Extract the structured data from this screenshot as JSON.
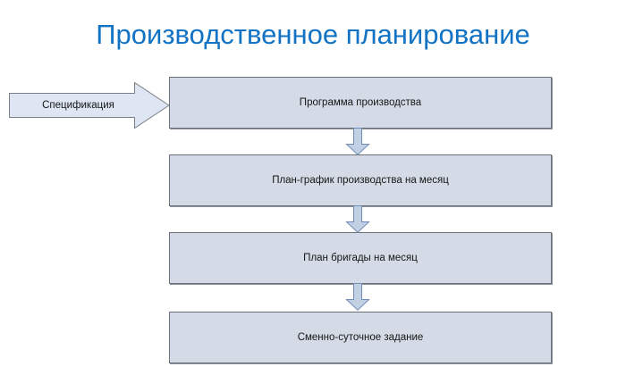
{
  "page": {
    "title": "Производственное планирование",
    "background_color": "#ffffff"
  },
  "colors": {
    "title_blue": "#1273c4",
    "box_fill": "#d4dbe6",
    "box_border": "#6a6f78",
    "arrow_fill": "#c2d0e4",
    "arrow_border": "#6f8cb4",
    "input_arrow_fill": "#dde6f2",
    "input_arrow_border": "#7b7f86",
    "text": "#161616"
  },
  "input_arrow": {
    "label": "Спецификация",
    "direction": "right",
    "icon": "block-arrow-right-icon"
  },
  "flow": {
    "steps": [
      {
        "id": "step-1",
        "label": "Программа производства"
      },
      {
        "id": "step-2",
        "label": "План-график производства на месяц"
      },
      {
        "id": "step-3",
        "label": "План бригады на месяц"
      },
      {
        "id": "step-4",
        "label": "Сменно-суточное задание"
      }
    ],
    "connectors": [
      {
        "id": "connector-1",
        "from": "step-1",
        "to": "step-2",
        "icon": "block-arrow-down-icon"
      },
      {
        "id": "connector-2",
        "from": "step-2",
        "to": "step-3",
        "icon": "block-arrow-down-icon"
      },
      {
        "id": "connector-3",
        "from": "step-3",
        "to": "step-4",
        "icon": "block-arrow-down-icon"
      }
    ]
  }
}
